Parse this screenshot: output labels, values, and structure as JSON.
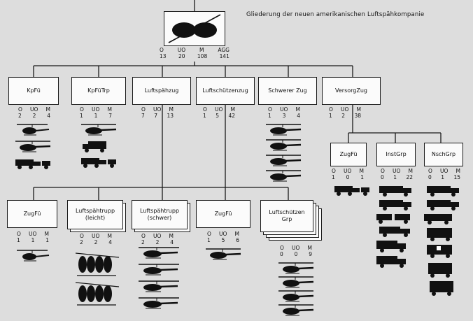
{
  "title": "Gliederung der neuen amerikanischen Luftspähkompanie",
  "labels": [
    "O",
    "UO",
    "M",
    "AGG"
  ],
  "units": {
    "top": {
      "values": [
        "13",
        "20",
        "108",
        "141"
      ]
    },
    "kpfu": {
      "name": "KpFü",
      "values": [
        "2",
        "2",
        "4"
      ]
    },
    "kpfutrp": {
      "name": "KpFüTrp",
      "values": [
        "1",
        "1",
        "7"
      ]
    },
    "lsz": {
      "name": "Luftspähzug",
      "values": [
        "7",
        "7",
        "13"
      ]
    },
    "lschz": {
      "name": "Luftschützenzug",
      "values": [
        "1",
        "5",
        "42"
      ]
    },
    "schz": {
      "name": "Schwerer Zug",
      "values": [
        "1",
        "3",
        "4"
      ]
    },
    "vz": {
      "name": "VersorgZug",
      "values": [
        "1",
        "2",
        "38"
      ]
    },
    "zf1": {
      "name": "ZugFü",
      "values": [
        "1",
        "1",
        "1"
      ]
    },
    "ltl": {
      "name": [
        "Luftspähtrupp",
        "(leicht)"
      ],
      "values": [
        "2",
        "2",
        "4"
      ]
    },
    "lts": {
      "name": [
        "Luftspähtrupp",
        "(schwer)"
      ],
      "values": [
        "2",
        "2",
        "4"
      ]
    },
    "zf2": {
      "name": "ZugFü",
      "values": [
        "1",
        "5",
        "6"
      ]
    },
    "lsg": {
      "name": [
        "Luftschützen",
        "Grp"
      ],
      "values": [
        "0",
        "0",
        "9"
      ]
    },
    "zf3": {
      "name": "ZugFü",
      "values": [
        "1",
        "0",
        "1"
      ]
    },
    "inst": {
      "name": "InstGrp",
      "values": [
        "0",
        "1",
        "22"
      ]
    },
    "nsch": {
      "name": "NschGrp",
      "values": [
        "0",
        "1",
        "15"
      ]
    }
  }
}
